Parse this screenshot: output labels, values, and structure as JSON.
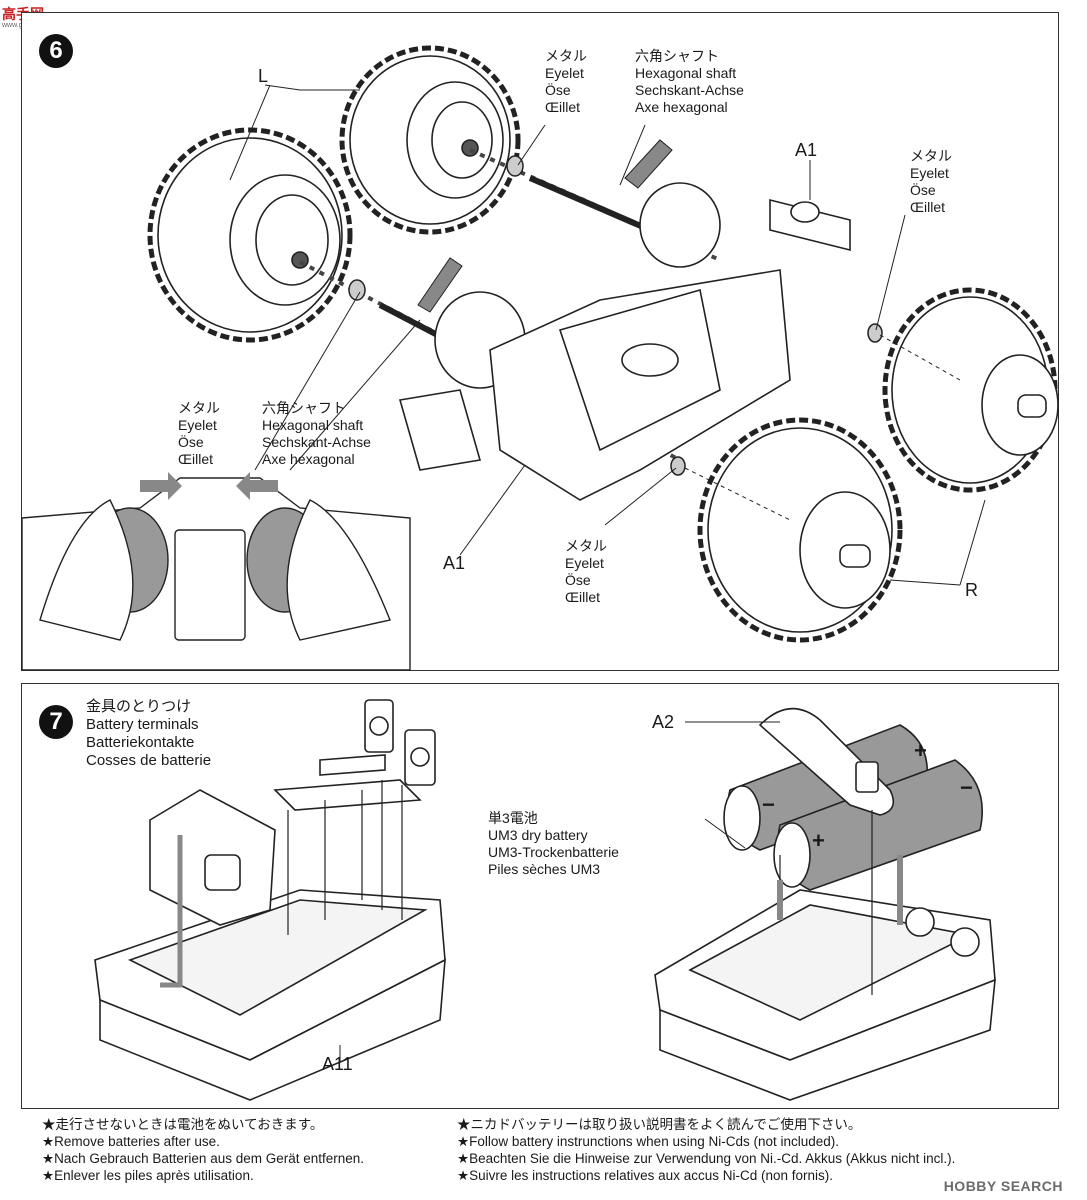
{
  "logo": {
    "main": "高手网",
    "sub": "www.gaoshou.com"
  },
  "step6": {
    "number": "6",
    "label_L": "L",
    "label_R": "R",
    "label_A1_top": "A1",
    "label_A1_bottom": "A1",
    "eyelet_top": [
      "メタル",
      "Eyelet",
      "Öse",
      "Œillet"
    ],
    "shaft_top": [
      "六角シャフト",
      "Hexagonal shaft",
      "Sechskant-Achse",
      "Axe hexagonal"
    ],
    "eyelet_right": [
      "メタル",
      "Eyelet",
      "Öse",
      "Œillet"
    ],
    "eyelet_left": [
      "メタル",
      "Eyelet",
      "Öse",
      "Œillet"
    ],
    "shaft_left": [
      "六角シャフト",
      "Hexagonal shaft",
      "Sechskant-Achse",
      "Axe hexagonal"
    ],
    "eyelet_bottom": [
      "メタル",
      "Eyelet",
      "Öse",
      "Œillet"
    ]
  },
  "step7": {
    "number": "7",
    "title": [
      "金具のとりつけ",
      "Battery terminals",
      "Batteriekontakte",
      "Cosses de batterie"
    ],
    "label_A2": "A2",
    "label_A11": "A11",
    "battery": [
      "単3電池",
      "UM3 dry battery",
      "UM3-Trockenbatterie",
      "Piles sèches UM3"
    ],
    "plus": "+",
    "minus": "−"
  },
  "notes_left": [
    "★走行させないときは電池をぬいておきます。",
    "★Remove batteries after use.",
    "★Nach Gebrauch Batterien aus dem Gerät entfernen.",
    "★Enlever les piles après utilisation."
  ],
  "notes_right": [
    "★ニカドバッテリーは取り扱い説明書をよく読んでご使用下さい。",
    "★Follow battery instrunctions when using Ni-Cds (not included).",
    "★Beachten Sie die Hinweise zur Verwendung von Ni.-Cd. Akkus (Akkus nicht incl.).",
    "★Suivre les instructions relatives aux accus Ni-Cd (non fornis)."
  ],
  "watermark": "HOBBY SEARCH"
}
